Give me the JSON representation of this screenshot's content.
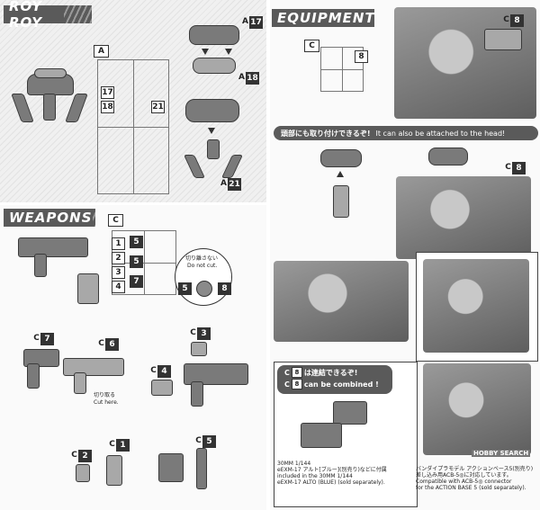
{
  "sections": {
    "roy": "ROY ROY",
    "equipment": "EQUIPMENT",
    "weapons": "WEAPONS"
  },
  "sprue_labels": {
    "roy": "A",
    "equipment": "C",
    "weapons": "C"
  },
  "roy_tags": {
    "sprue_top": "17",
    "sprue_mid": "18",
    "sprue_right": "21",
    "a17": "A",
    "n17": "17",
    "a18": "A",
    "n18": "18",
    "a21": "A",
    "n21": "21"
  },
  "equipment_tags": {
    "c8": "C",
    "n8": "8",
    "sprue8": "8",
    "c8b": "C",
    "n8b": "8"
  },
  "head_banner": {
    "jp": "頭部にも取り付けできるぞ!",
    "en": "It can also be attached to the head!"
  },
  "weapon_sprue_tags": [
    "1",
    "5",
    "2",
    "5",
    "3",
    "7",
    "4"
  ],
  "do_not_cut": {
    "jp": "切り離さない",
    "en": "Do not cut.",
    "part": "5",
    "part2": "8"
  },
  "weapon_steps": {
    "c7": "C",
    "n7": "7",
    "c6": "C",
    "n6": "6",
    "c3": "C",
    "n3": "3",
    "c4": "C",
    "n4": "4",
    "c2": "C",
    "n2": "2",
    "c1": "C",
    "n1": "1",
    "c5": "C",
    "n5": "5",
    "cut_jp": "切り取る",
    "cut_en": "Cut here."
  },
  "combine_banner": {
    "c": "C",
    "n": "8",
    "jp": "は連結できるぞ!",
    "c2": "C",
    "n2": "8",
    "en": "can be combined !"
  },
  "compat_left": {
    "line1": "30MM 1/144",
    "line2": "eEXM-17 アルト[ブルー](別売り)などに付属",
    "line3": "included in the 30MM 1/144",
    "line4": "eEXM-17 ALTO (BLUE) (sold separately)."
  },
  "compat_right": {
    "line1": "バンダイプラモデル アクションベース5(別売り)",
    "line2": "差し込み用ACB-5◎に対応しています。",
    "line3": "Compatible with ACB-5◎ connector",
    "line4": "for the ACTION BASE 5 (sold separately)."
  },
  "watermark": "HOBBY SEARCH"
}
